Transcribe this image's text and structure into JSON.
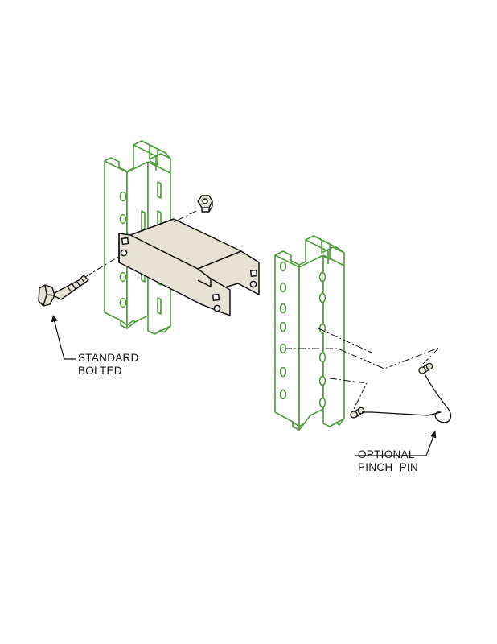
{
  "callouts": {
    "standard_bolted": {
      "line1": "STANDARD",
      "line2": "BOLTED"
    },
    "optional_pinch_pin": {
      "line1": "OPTIONAL",
      "line2": "PINCH  PIN"
    }
  },
  "colors": {
    "upright_outline": "#4c9a3a",
    "upright_fill": "#ffffff",
    "bracket_fill": "#e6e3d6",
    "line": "#111111"
  }
}
